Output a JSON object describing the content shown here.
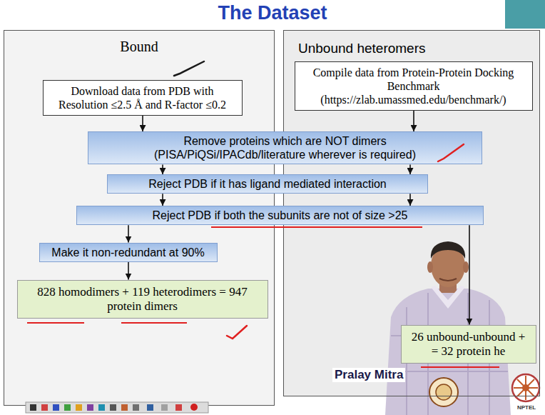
{
  "diagram": {
    "title": "The Dataset",
    "nodes": [
      {
        "text": [
          "Bound"
        ]
      },
      {
        "text": [
          "Download data from PDB with Resolution ≤2.5 Å and R-factor ≤0.2"
        ],
        "in": 0
      },
      {
        "text": [
          "Unbound heteromers"
        ]
      },
      {
        "text": [
          "Compile data from Protein-Protein Docking Benchmark (https://zlab.umassmed.edu/benchmark/)"
        ],
        "in": 2
      },
      {
        "text": [
          "Remove proteins which are NOT dimers (PISA/PiQSi/IPACdb/literature wherever is required)"
        ]
      },
      {
        "text": [
          "Reject PDB if it has ligand mediated interaction"
        ]
      },
      {
        "text": [
          "Reject PDB if both the subunits are not of size >25"
        ]
      },
      {
        "text": [
          "Make it non-redundant at 90%"
        ],
        "in": 0
      },
      {
        "text": [
          "828 homodimers + 119 heterodimers = 947 protein dimers"
        ],
        "in": 0
      },
      {
        "text": [
          "26 unbound-unbound + = 32 protein he"
        ],
        "in": 2
      }
    ],
    "edges": [
      {
        "from": 1,
        "to": 4,
        "arrow": "to"
      },
      {
        "from": 3,
        "to": 4,
        "arrow": "to"
      },
      {
        "from": 4,
        "to": 5,
        "arrow": "to"
      },
      {
        "from": 4,
        "to": 5,
        "arrow": "to"
      },
      {
        "from": 5,
        "to": 6,
        "arrow": "to"
      },
      {
        "from": 5,
        "to": 6,
        "arrow": "to"
      },
      {
        "from": 6,
        "to": 7,
        "arrow": "to"
      },
      {
        "from": 6,
        "to": 9,
        "arrow": "to"
      },
      {
        "from": 7,
        "to": 8,
        "arrow": "to"
      }
    ],
    "labels": [
      "Pralay Mitra",
      "NPTEL"
    ]
  }
}
